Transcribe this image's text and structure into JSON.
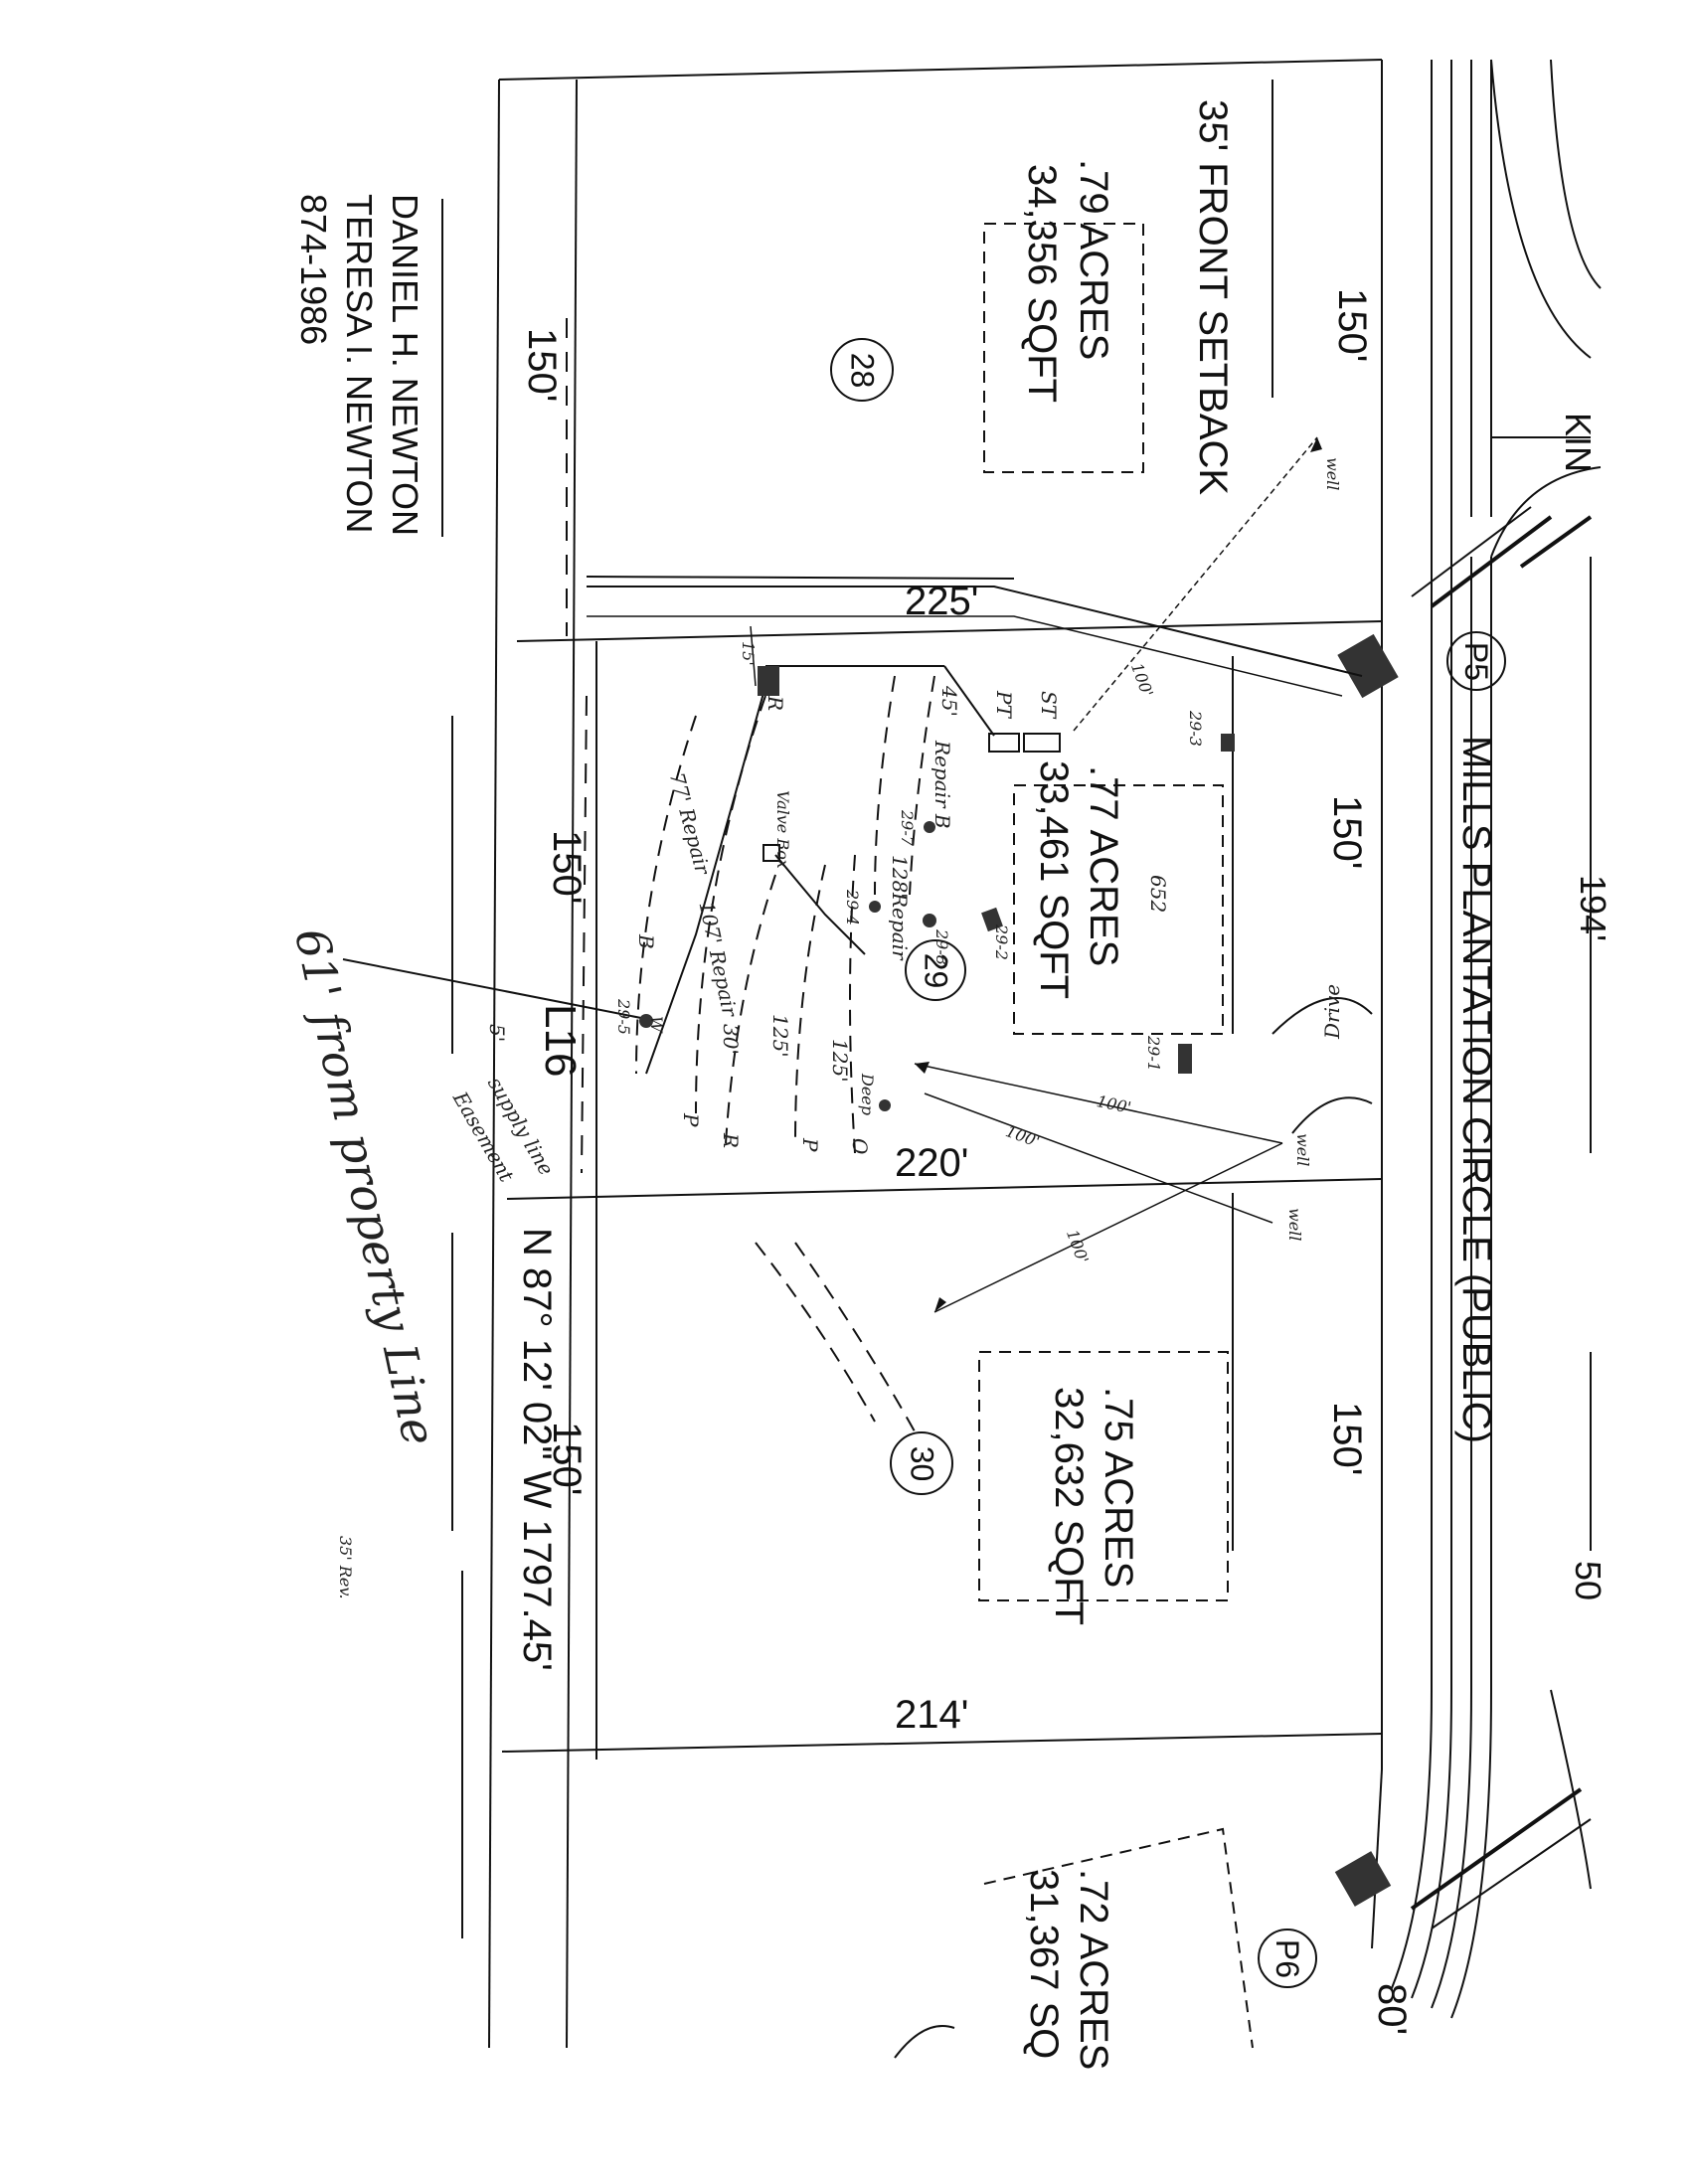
{
  "road": {
    "name": "MILLS PLANTATION CIRCLE (PUBLIC)",
    "frontage_total": "194'",
    "other_road_partial": "KIN",
    "partial_label_right": "50"
  },
  "setback": {
    "label": "35' FRONT SETBACK"
  },
  "points": {
    "p5": "P5",
    "p6": "P6"
  },
  "lots": [
    {
      "number": "28",
      "acres": ".79 ACRES",
      "sqft": "34,356 SQFT",
      "front": "150'",
      "rear": "150'",
      "side": "225'"
    },
    {
      "number": "29",
      "acres": ".77 ACRES",
      "sqft": "33,461 SQFT",
      "front": "150'",
      "rear": "150'",
      "side": "220'"
    },
    {
      "number": "30",
      "acres": ".75 ACRES",
      "sqft": "32,632 SQFT",
      "front": "150'",
      "rear": "150'",
      "side": "214'"
    },
    {
      "acres": ".72 ACRES",
      "sqft": "31,367 SQ",
      "front": "80'"
    }
  ],
  "owner": {
    "line1": "DANIEL H. NEWTON",
    "line2": "TERESA I. NEWTON",
    "phone": "874-1986"
  },
  "boundary": {
    "bearing": "N 87° 12' 02\" W 1797.45'",
    "tract": "L16"
  },
  "annotations": {
    "property_line_note": "61' from property Line",
    "note_small": "35' Rev.",
    "drive": "Drive",
    "well_1": "well",
    "well_2": "well",
    "well_3": "well",
    "dist_100_a": "100'",
    "dist_100_b": "100'",
    "dist_100_c": "100'",
    "dist_100_d": "100'",
    "pt": "PT",
    "st": "ST",
    "r45": "45'",
    "repair_b": "Repair B",
    "r128": "128'",
    "repair": "Repair",
    "r77": "77' Repair",
    "r107": "107' Repair",
    "r125a": "125'",
    "r125b": "125'",
    "r30": "30'",
    "valve_box": "Valve Box",
    "r15": "15'",
    "sp293": "29-3",
    "sp292": "29-2",
    "sp291": "29-1",
    "sp294": "29-4",
    "sp297": "29-7",
    "sp295": "29-5",
    "sp298": "29-8",
    "sp_w": "W",
    "sp_b": "B",
    "sp_r1": "R",
    "sp_r2": "R",
    "sp_p1": "P",
    "sp_p2": "P",
    "sp_o": "O",
    "sp_deep": "Deep",
    "i_5": "5'",
    "supply_line": "supply line",
    "easement": "Easement",
    "lot29_area": "652"
  }
}
